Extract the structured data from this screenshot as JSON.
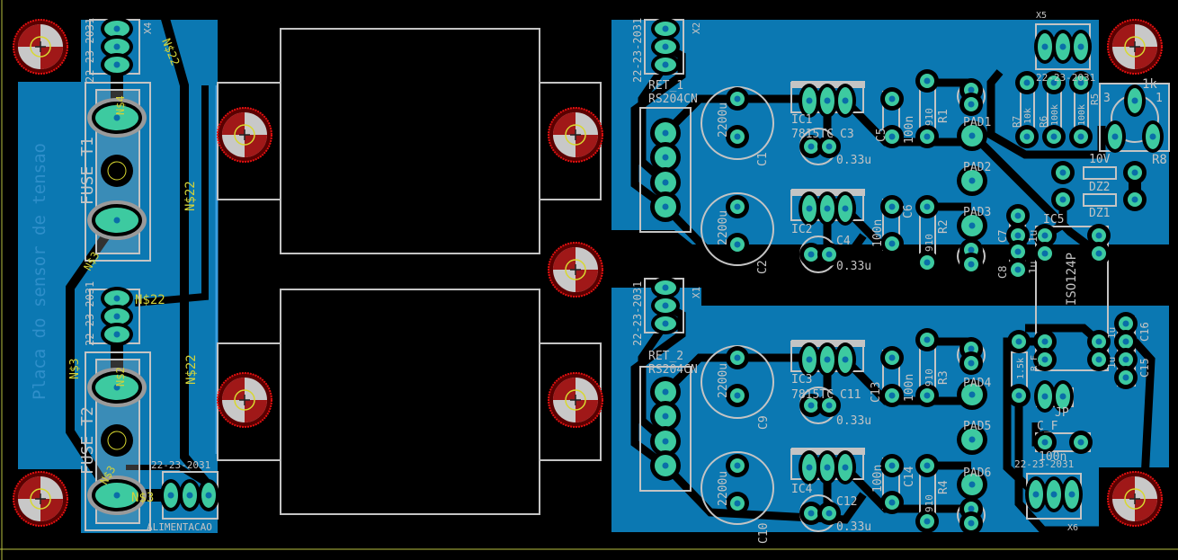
{
  "colors": {
    "background": "#000000",
    "copper_pour": "#0b78b2",
    "pad": "#3dcaa0",
    "silkscreen": "#c4c4c4",
    "net_label": "#d2d23a",
    "board_text": "#2f8fca",
    "mounting_hole": "#e01010",
    "board_outline": "#b8c040"
  },
  "labels": {
    "x4_value": "22-23-2031",
    "x4_name": "X4",
    "n22_a": "N$22",
    "n4": "N$4",
    "fuse_t1": "FUSE_T1",
    "n22_b": "N$22",
    "n3_a": "N$3",
    "board_title": "Placa do sensor de tensao",
    "n22_c": "N$22",
    "x3_value": "22-23-2031",
    "n3_b": "N$3",
    "n2": "N$2",
    "n22_d": "N$22",
    "fuse_t2": "FUSE_T2",
    "n3_c": "N$3",
    "n3_d": "N$3",
    "alim_value": "22-23-2031",
    "alim_name": "ALIMENTACAO",
    "x2_value": "22-23-2031",
    "x2_name": "X2",
    "ret1": "RET_1",
    "ret1_value": "RS204CN",
    "c1_value": "2200u",
    "c1_name": "C1",
    "c2_value": "2200u",
    "c2_name": "C2",
    "ic1_name": "IC1",
    "ic1_value": "7815TC",
    "c3_name": "C3",
    "c3_value": "0.33u",
    "ic2_name": "IC2",
    "c4_name": "C4",
    "c4_value": "0.33u",
    "c5_name": "C5",
    "c5_value": "100n",
    "c6_name": "C6",
    "c6_value": "100n",
    "r1_value": "910",
    "r1_name": "R1",
    "r2_value": "910",
    "r2_name": "R2",
    "pad1": "PAD1",
    "pad2": "PAD2",
    "pad3": "PAD3",
    "x5_name": "X5",
    "x5_value": "22-23-2031",
    "r7_value": "10k",
    "r7_name": "R7",
    "r6_value": "100k",
    "r6_name": "R6",
    "r5_value": "100k",
    "r5_name": "R5",
    "r8_value": "1k",
    "r8_pin3": "3",
    "r8_pin1": "1",
    "r8_name": "R8",
    "dz_value": "10V",
    "dz2_name": "DZ2",
    "dz1_name": "DZ1",
    "ic5_name": "IC5",
    "ic5_value": "ISO124P",
    "c7_name": "C7",
    "c7_value": "1u",
    "c8_name": "C8",
    "c8_value": "1u",
    "x1_value": "22-23-2031",
    "x1_name": "X1",
    "ret2": "RET_2",
    "ret2_value": "RS204CN",
    "c9_value": "2200u",
    "c9_name": "C9",
    "c10_value": "2200u",
    "c10_name": "C10",
    "ic3_name": "IC3",
    "ic3_value": "7815TC",
    "c11_name": "C11",
    "c11_value": "0.33u",
    "ic4_name": "IC4",
    "c12_name": "C12",
    "c12_value": "0.33u",
    "c13_name": "C13",
    "c13_value": "100n",
    "c14_name": "C14",
    "c14_value": "100n",
    "r3_value": "910",
    "r3_name": "R3",
    "r4_value": "910",
    "r4_name": "R4",
    "pad4": "PAD4",
    "pad5": "PAD5",
    "pad6": "PAD6",
    "rf_value": "1.5k",
    "rf_name": "R_F",
    "jp": "JP",
    "cf_name": "C_F",
    "cf_value": "100n",
    "x6_value": "22-23-2031",
    "x6_name": "X6",
    "c16_value": "1u",
    "c16_name": "C16",
    "c15_value": "1u",
    "c15_name": "C15"
  }
}
